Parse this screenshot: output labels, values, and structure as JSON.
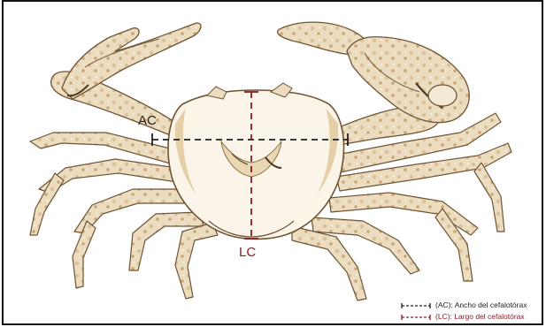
{
  "measurements": {
    "ac": {
      "abbr": "AC",
      "line_color": "#1f1f1f",
      "label_color": "#222222"
    },
    "lc": {
      "abbr": "LC",
      "line_color": "#8a1c22",
      "label_color": "#8a1c22"
    }
  },
  "legend": [
    {
      "text": "(AC): Ancho del cefalotórax",
      "color": "#1f1f1f"
    },
    {
      "text": "(LC): Largo del cefalotórax",
      "color": "#8a1c22"
    }
  ],
  "colors": {
    "shell_light": "#fbf5e9",
    "shell_mid": "#ecdcc0",
    "shell_tan": "#d9c19a",
    "shell_dark": "#b8935f",
    "outline": "#6e5433",
    "frame": "#111111"
  }
}
